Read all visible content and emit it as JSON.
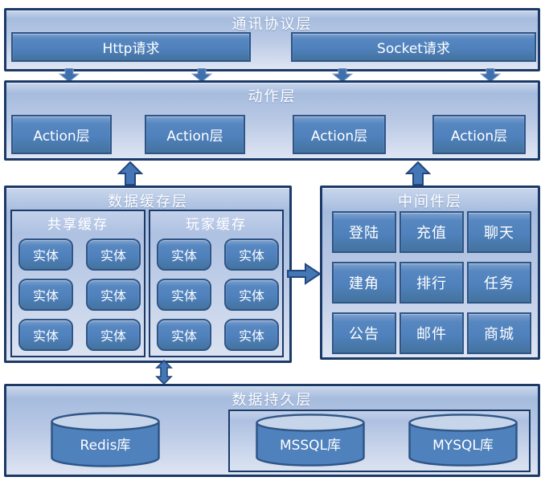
{
  "diagram": {
    "protocol": {
      "title": "通讯协议层",
      "http": "Http请求",
      "socket": "Socket请求"
    },
    "action": {
      "title": "动作层",
      "items": [
        "Action层",
        "Action层",
        "Action层",
        "Action层"
      ]
    },
    "cache": {
      "title": "数据缓存层",
      "shared": {
        "title": "共享缓存",
        "entities": [
          "实体",
          "实体",
          "实体",
          "实体",
          "实体",
          "实体"
        ]
      },
      "player": {
        "title": "玩家缓存",
        "entities": [
          "实体",
          "实体",
          "实体",
          "实体",
          "实体",
          "实体"
        ]
      }
    },
    "middleware": {
      "title": "中间件层",
      "items": [
        "登陆",
        "充值",
        "聊天",
        "建角",
        "排行",
        "任务",
        "公告",
        "邮件",
        "商城"
      ]
    },
    "persistence": {
      "title": "数据持久层",
      "redis": "Redis库",
      "mssql": "MSSQL库",
      "mysql": "MYSQL库"
    }
  },
  "colors": {
    "layer_border": "#1b3a68",
    "box_fill": "#4f81bd",
    "box_border": "#2f5586",
    "arrow_fill": "#4377b6",
    "arrow_stroke": "#24477b",
    "cylinder_top": "#c7d5ea",
    "text": "#ffffff"
  }
}
